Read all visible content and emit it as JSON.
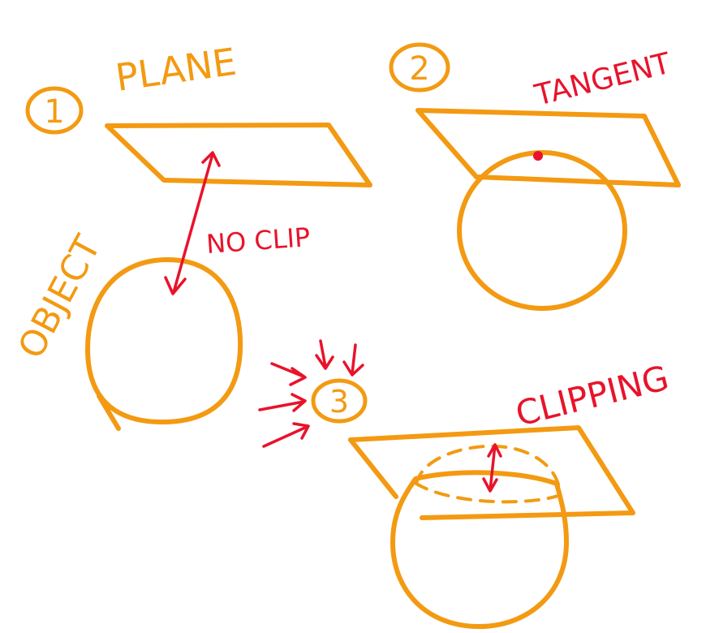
{
  "colors": {
    "orange": "#F39A12",
    "red": "#E8132B",
    "background": "#FFFFFF"
  },
  "labels": {
    "plane": "PLANE",
    "object": "OBJECT",
    "no_clip": "NO CLIP",
    "tangent": "TANGENT",
    "clipping": "CLIPPING"
  },
  "steps": [
    "1",
    "2",
    "3"
  ]
}
